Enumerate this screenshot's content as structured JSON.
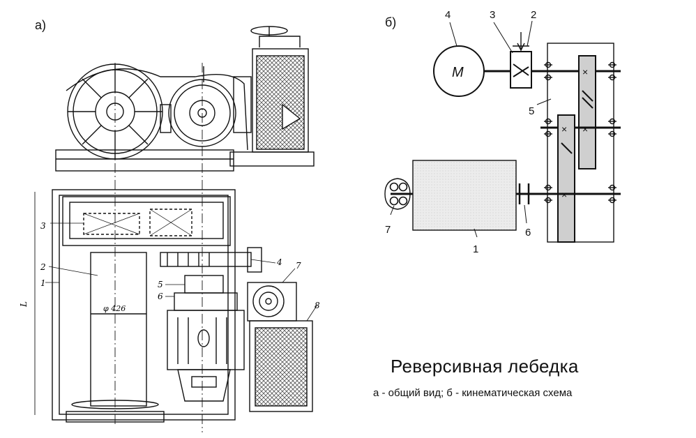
{
  "panel_a": {
    "letter": "а)",
    "dimension_label": "φ 426",
    "length_label": "L",
    "callouts": [
      "1",
      "2",
      "3",
      "4",
      "5",
      "6",
      "7",
      "8"
    ]
  },
  "panel_b": {
    "letter": "б)",
    "motor_label": "M",
    "callouts": [
      "1",
      "2",
      "3",
      "4",
      "5",
      "6",
      "7"
    ]
  },
  "caption": {
    "title": "Реверсивная лебедка",
    "subtitle": "а - общий вид; б - кинематическая схема"
  },
  "colors": {
    "ink": "#111111",
    "paper": "#ffffff",
    "drum_fill": "#e9e9e9",
    "gear_fill": "#cfcfcf",
    "mesh": "#555555"
  }
}
